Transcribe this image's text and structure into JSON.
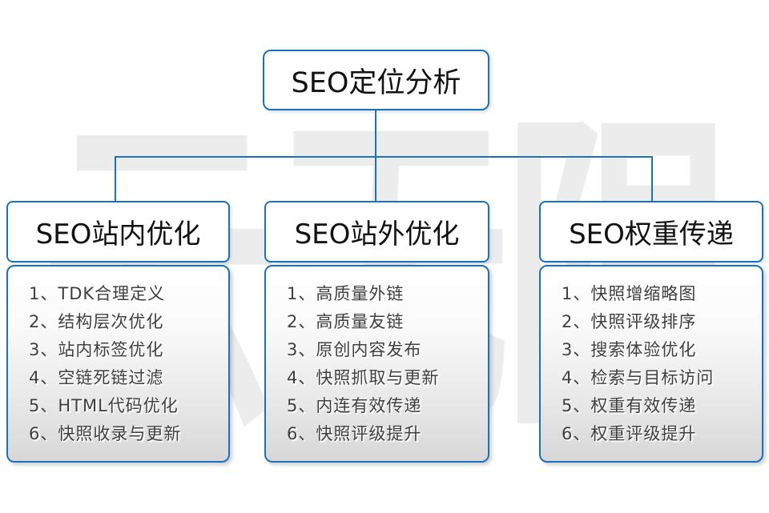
{
  "colors": {
    "accent_blue": "#1b72bc",
    "watermark_gray": "#ececec",
    "list_text": "#3f3f3f"
  },
  "watermark": {
    "text": "云无限"
  },
  "root_node": {
    "title": "SEO定位分析"
  },
  "columns": [
    {
      "title": "SEO站内优化",
      "items": [
        "1、TDK合理定义",
        "2、结构层次优化",
        "3、站内标签优化",
        "4、空链死链过滤",
        "5、HTML代码优化",
        "6、快照收录与更新"
      ]
    },
    {
      "title": "SEO站外优化",
      "items": [
        "1、高质量外链",
        "2、高质量友链",
        "3、原创内容发布",
        "4、快照抓取与更新",
        "5、内连有效传递",
        "6、快照评级提升"
      ]
    },
    {
      "title": "SEO权重传递",
      "items": [
        "1、快照增缩略图",
        "2、快照评级排序",
        "3、搜索体验优化",
        "4、检索与目标访问",
        "5、权重有效传递",
        "6、权重评级提升"
      ]
    }
  ]
}
